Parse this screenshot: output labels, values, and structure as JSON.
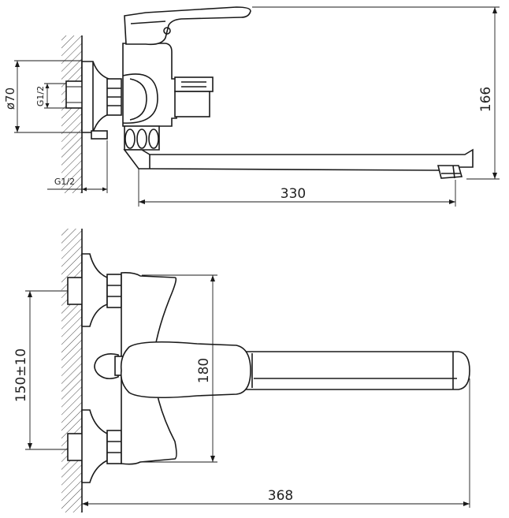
{
  "dimensions": {
    "diameter_70": "ø70",
    "g12_vertical": "G1/2",
    "g12_horizontal": "G1/2",
    "d330": "330",
    "d166": "166",
    "d150": "150±10",
    "d180": "180",
    "d368": "368"
  }
}
